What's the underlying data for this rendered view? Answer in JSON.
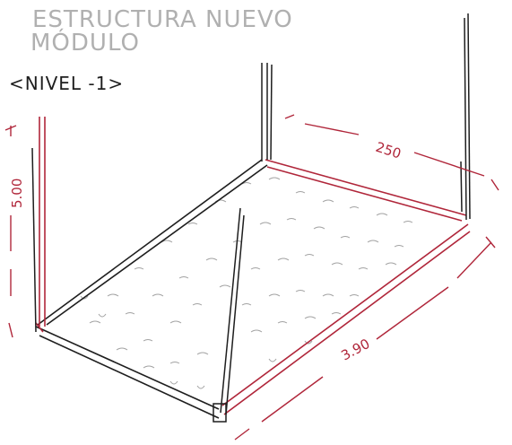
{
  "sketch": {
    "title_line_1": "ESTRUCTURA NUEVO",
    "title_line_2": "MÓDULO",
    "level_label": "<NIVEL -1>",
    "dimensions": {
      "width_label": "250",
      "length_label": "3.90",
      "height_label": "5.00"
    },
    "colors": {
      "ink": "#1e1e1e",
      "pencil": "#b0b0b0",
      "red": "#b0263a"
    }
  }
}
